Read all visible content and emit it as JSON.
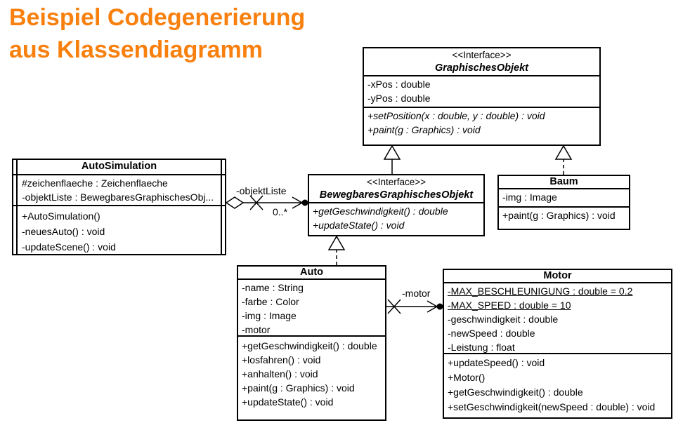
{
  "title": {
    "line1": "Beispiel Codegenerierung",
    "line2": "aus Klassendiagramm",
    "color": "#F8800F"
  },
  "diagram": {
    "classes": {
      "graphisches_objekt": {
        "stereotype": "<<Interface>>",
        "name": "GraphischesObjekt",
        "attributes": [
          "-xPos : double",
          "-yPos : double"
        ],
        "methods": [
          "+setPosition(x : double, y : double) : void",
          "+paint(g : Graphics) : void"
        ]
      },
      "auto_simulation": {
        "name": "AutoSimulation",
        "attributes": [
          "#zeichenflaeche : Zeichenflaeche",
          "-objektListe : BewegbaresGraphischesObj..."
        ],
        "methods": [
          "+AutoSimulation()",
          "-neuesAuto() : void",
          "-updateScene() : void"
        ]
      },
      "bewegbares_graphisches_objekt": {
        "stereotype": "<<Interface>>",
        "name": "BewegbaresGraphischesObjekt",
        "methods": [
          "+getGeschwindigkeit() : double",
          "+updateState() : void"
        ]
      },
      "baum": {
        "name": "Baum",
        "attributes": [
          "-img : Image"
        ],
        "methods": [
          "+paint(g : Graphics) : void"
        ]
      },
      "auto": {
        "name": "Auto",
        "attributes": [
          "-name : String",
          "-farbe : Color",
          "-img : Image",
          "-motor"
        ],
        "methods": [
          "+getGeschwindigkeit() : double",
          "+losfahren() : void",
          "+anhalten() : void",
          "+paint(g : Graphics) : void",
          "+updateState() : void"
        ]
      },
      "motor": {
        "name": "Motor",
        "attributes": [
          "-MAX_BESCHLEUNIGUNG : double = 0.2",
          "-MAX_SPEED : double = 10",
          "-geschwindigkeit : double",
          "-newSpeed : double",
          "-Leistung : float"
        ],
        "methods": [
          "+updateSpeed() : void",
          "+Motor()",
          "+getGeschwindigkeit() : double",
          "+setGeschwindigkeit(newSpeed : double) : void"
        ]
      }
    },
    "associations": {
      "objektliste": {
        "label": "-objektListe",
        "multiplicity": "0..*"
      },
      "motor": {
        "label": "-motor"
      }
    }
  }
}
